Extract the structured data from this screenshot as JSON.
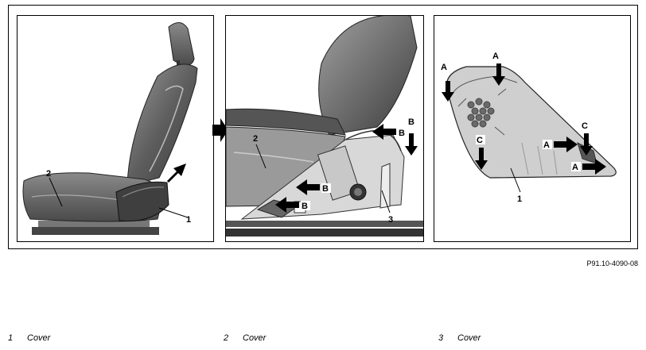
{
  "figure": {
    "reference": "P91.10-4090-08",
    "panel1": {
      "callout_1": "1",
      "callout_2": "2"
    },
    "panel2": {
      "callout_2": "2",
      "callout_3": "3",
      "arrow_b1": "B",
      "arrow_b2": "B",
      "arrow_b3": "B",
      "arrow_b4": "B"
    },
    "panel3": {
      "callout_1": "1",
      "arrow_a1": "A",
      "arrow_a2": "A",
      "arrow_a3": "A",
      "arrow_a4": "A",
      "arrow_c1": "C",
      "arrow_c2": "C"
    }
  },
  "legend": [
    {
      "num": "1",
      "text": "Cover"
    },
    {
      "num": "2",
      "text": "Cover"
    },
    {
      "num": "3",
      "text": "Cover"
    }
  ]
}
